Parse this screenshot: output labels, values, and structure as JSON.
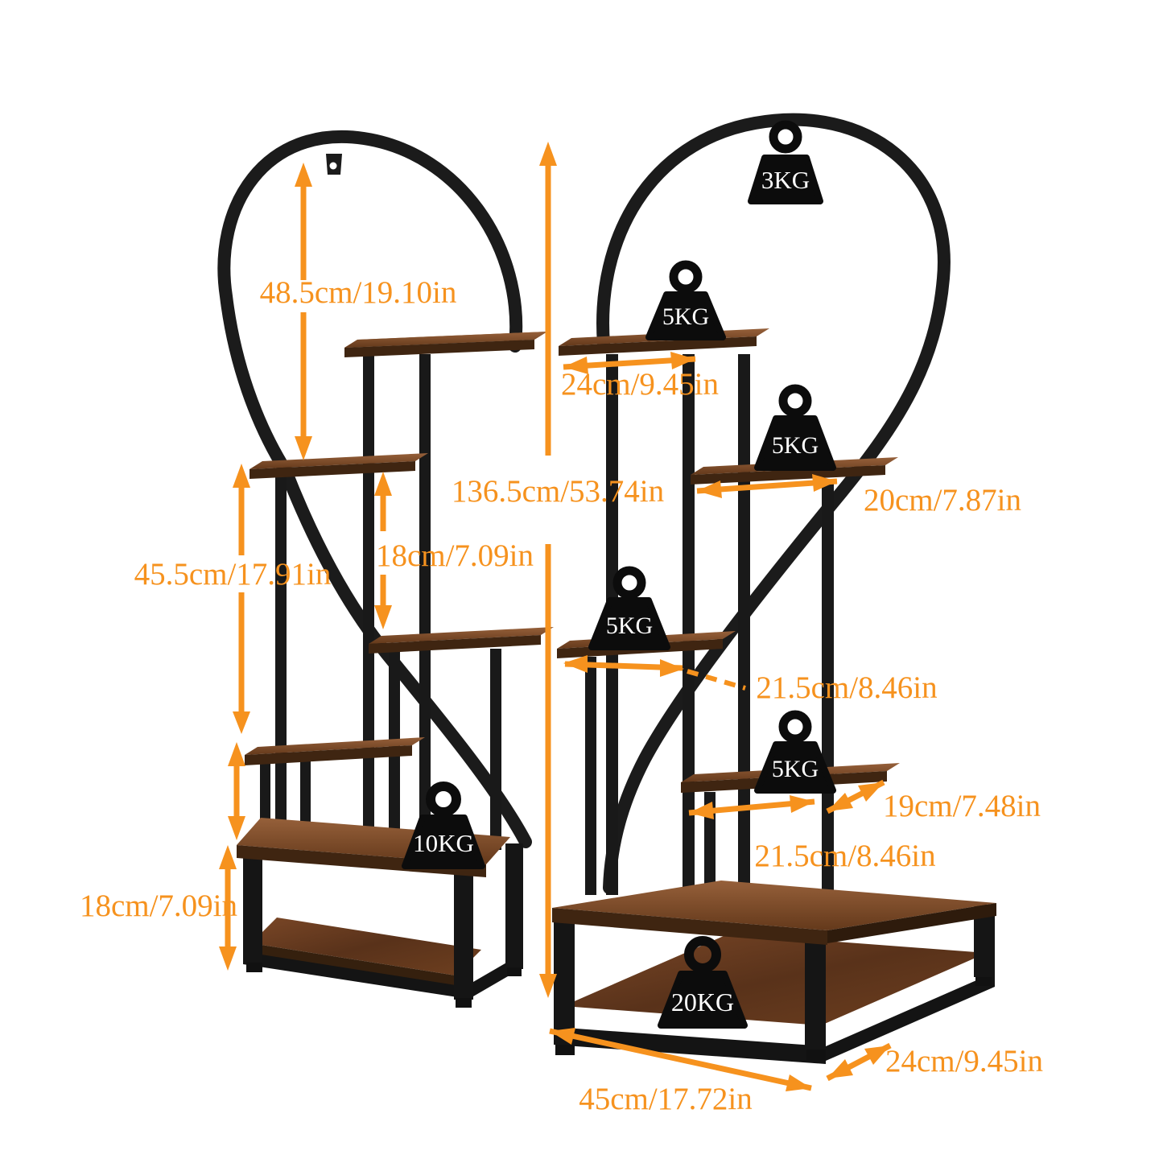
{
  "colors": {
    "background": "#ffffff",
    "dimension_orange": "#F6921E",
    "metal_black": "#1b1b1b",
    "wood_top": "#8a5530",
    "wood_edge": "#3f2511",
    "weight_black": "#0c0c0c",
    "weight_text": "#ffffff"
  },
  "dimensions": {
    "arc_height": {
      "label": "48.5cm/19.10in"
    },
    "top_shelf_width": {
      "label": "24cm/9.45in"
    },
    "overall_height": {
      "label": "136.5cm/53.74in"
    },
    "second_shelf_width": {
      "label": "20cm/7.87in"
    },
    "tier_spacing": {
      "label": "18cm/7.09in"
    },
    "column_height": {
      "label": "45.5cm/17.91in"
    },
    "middle_shelf_depth": {
      "label": "21.5cm/8.46in"
    },
    "fourth_shelf_width": {
      "label": "19cm/7.48in"
    },
    "lower_shelf_depth": {
      "label": "21.5cm/8.46in"
    },
    "base_height": {
      "label": "18cm/7.09in"
    },
    "base_width": {
      "label": "45cm/17.72in"
    },
    "base_depth": {
      "label": "24cm/9.45in"
    }
  },
  "weights": {
    "top_arc": {
      "label": "3KG"
    },
    "right_tier1": {
      "label": "5KG"
    },
    "right_tier2": {
      "label": "5KG"
    },
    "right_tier3": {
      "label": "5KG"
    },
    "right_tier4": {
      "label": "5KG"
    },
    "left_mid": {
      "label": "10KG"
    },
    "right_base": {
      "label": "20KG"
    }
  }
}
